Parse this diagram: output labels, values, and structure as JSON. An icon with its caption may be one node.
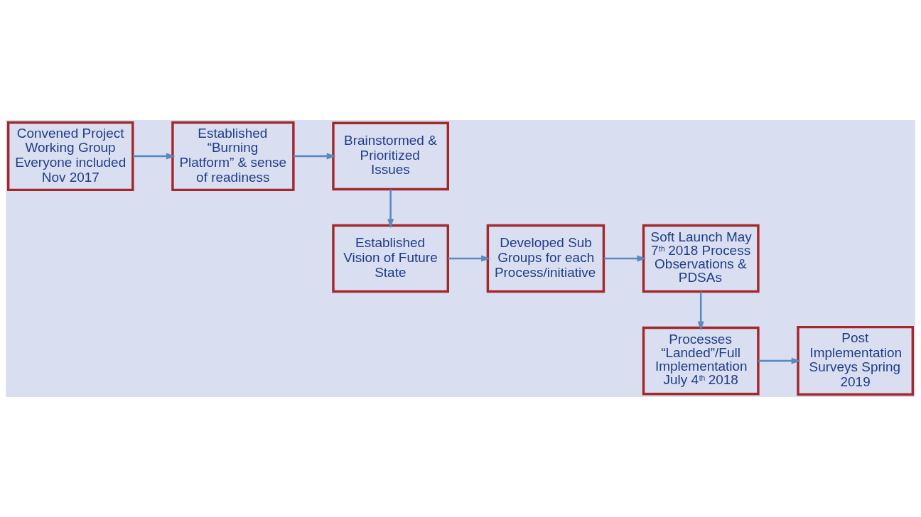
{
  "diagram": {
    "nodes": [
      {
        "text": [
          "Convened Project Working Group Everyone included Nov 2017"
        ]
      },
      {
        "text": [
          "Established “Burning Platform” & sense of readiness"
        ]
      },
      {
        "text": [
          "Brainstormed & Prioritized Issues"
        ]
      },
      {
        "text": [
          "Established Vision of Future State"
        ]
      },
      {
        "text": [
          "Developed Sub Groups for each Process/initiative"
        ]
      },
      {
        "text": [
          "Soft Launch May 7$^{th}$ 2018 Process Observations & PDSAs"
        ]
      },
      {
        "text": [
          "Processes “Landed”/Full Implementation July 4$^{th}$ 2018"
        ]
      },
      {
        "text": [
          "Post Implementation Surveys Spring 2019"
        ]
      }
    ],
    "edges": [
      {
        "from": 0,
        "to": 1,
        "arrow": "to"
      },
      {
        "from": 1,
        "to": 2,
        "arrow": "to"
      },
      {
        "from": 2,
        "to": 3,
        "arrow": "to"
      },
      {
        "from": 3,
        "to": 4,
        "arrow": "to"
      },
      {
        "from": 4,
        "to": 5,
        "arrow": "to"
      },
      {
        "from": 5,
        "to": 6,
        "arrow": "to"
      },
      {
        "from": 6,
        "to": 7,
        "arrow": "to"
      }
    ]
  }
}
